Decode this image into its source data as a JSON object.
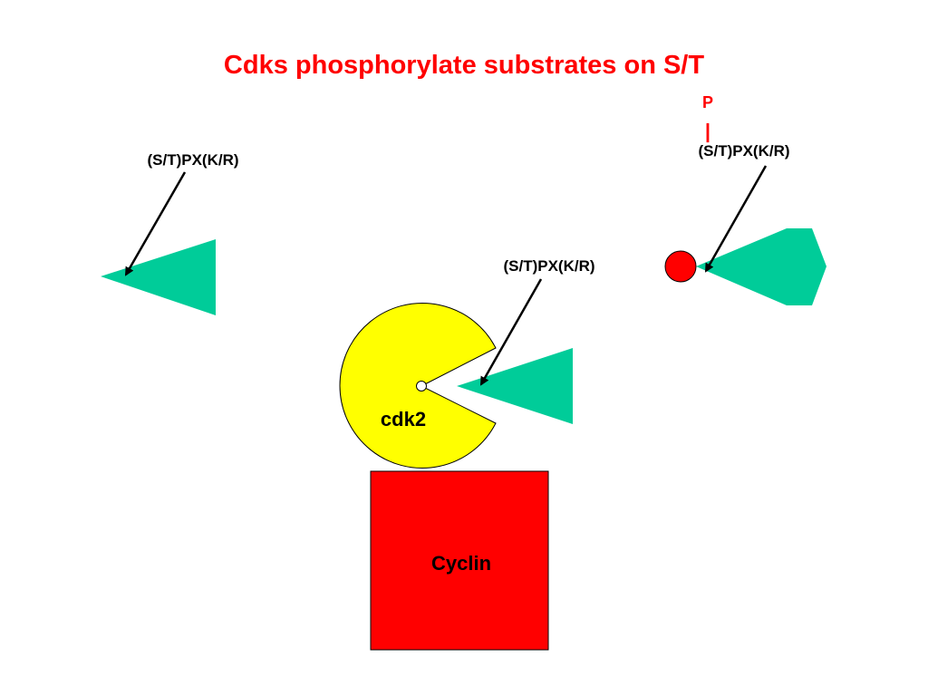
{
  "title": "Cdks phosphorylate substrates on S/T",
  "motif_label": "(S/T)PX(K/R)",
  "phospho_label": "P",
  "phospho_bond": "|",
  "cdk_label": "cdk2",
  "cyclin_label": "Cyclin",
  "colors": {
    "title": "#ff0000",
    "substrate": "#00cc99",
    "cdk": "#ffff00",
    "cyclin": "#ff0000",
    "phosphate": "#ff0000",
    "outline": "#000000"
  }
}
